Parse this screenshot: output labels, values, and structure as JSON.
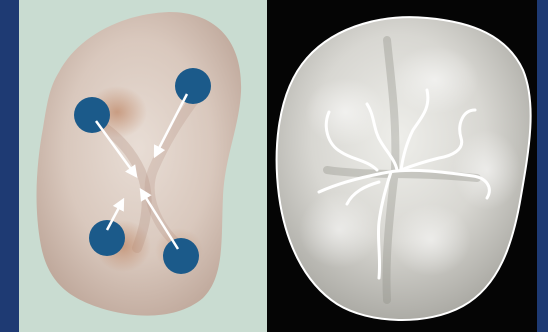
{
  "figure": {
    "panels": [
      {
        "name": "occlusal-view-with-cusp-markers",
        "cusp_marker_count": 4,
        "arrow_count": 4
      },
      {
        "name": "occlusal-view-with-fissure-lines"
      }
    ]
  },
  "colors": {
    "page_background": "#1e3a73",
    "left_panel_background": "#c9dcd1",
    "right_panel_background": "#050505",
    "cusp_marker": "#1b5a8a",
    "arrow": "#ffffff",
    "fissure_line": "#ffffff",
    "enamel_left": "#d9c8bd",
    "enamel_right": "#d8d7d2"
  }
}
